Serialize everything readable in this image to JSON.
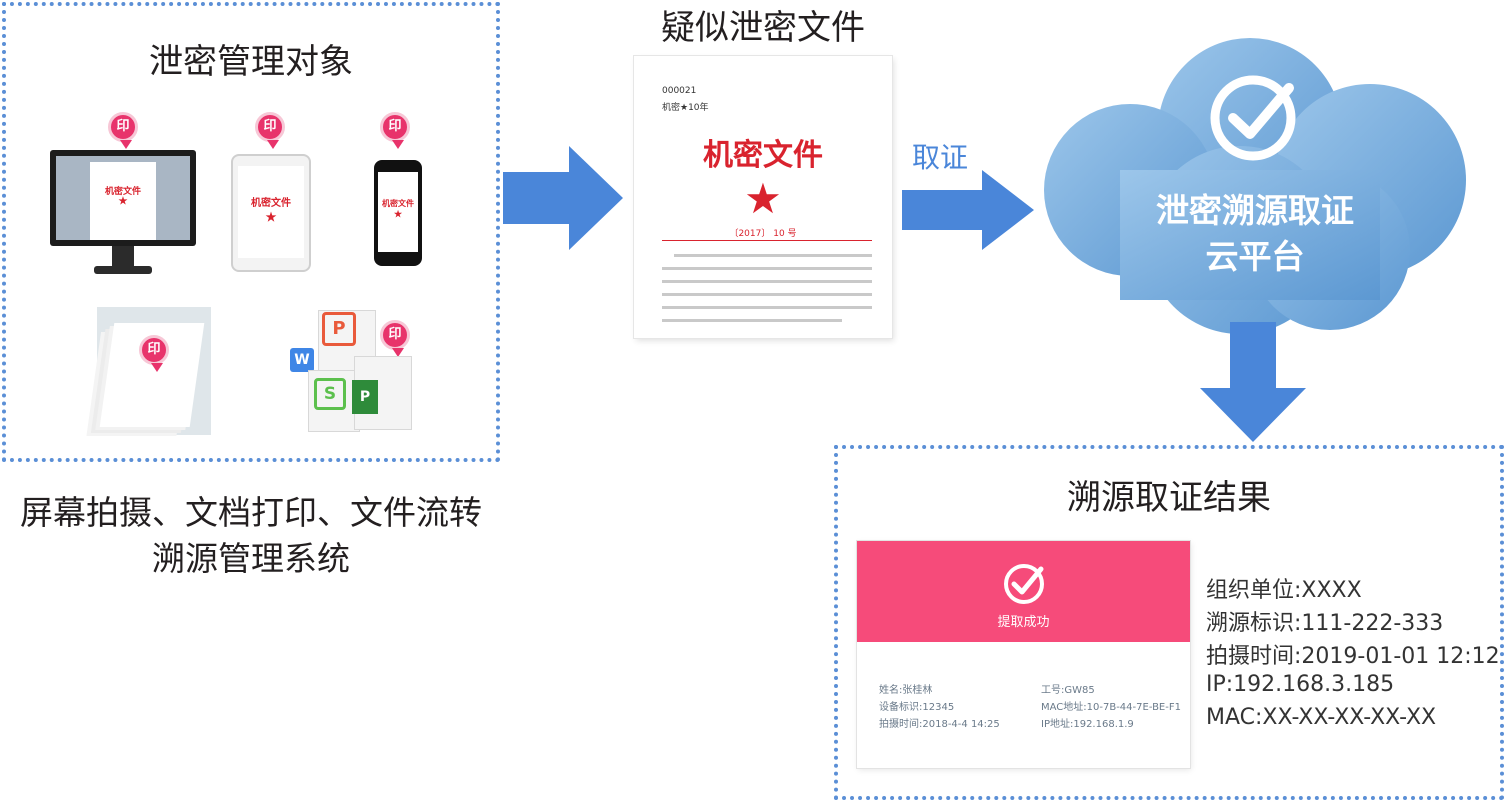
{
  "left_panel": {
    "title": "泄密管理对象",
    "pin_label": "印",
    "mini_doc_title": "机密文件",
    "star": "★",
    "caption_line1": "屏幕拍摄、文档打印、文件流转",
    "caption_line2": "溯源管理系统",
    "file_icons": {
      "p": "P",
      "w": "W",
      "s": "S",
      "x": "P"
    }
  },
  "document": {
    "title": "疑似泄密文件",
    "header_no": "000021",
    "header_level": "机密★10年",
    "doc_title": "机密文件",
    "star": "★",
    "doc_number": "〔2017〕 10 号"
  },
  "forensics_label": "取证",
  "cloud": {
    "line1": "泄密溯源取证",
    "line2": "云平台"
  },
  "result": {
    "title": "溯源取证结果",
    "card_status": "提取成功",
    "card_fields": {
      "name": "姓名:张桂林",
      "employee_no": "工号:GW85",
      "device_id": "设备标识:12345",
      "mac": "MAC地址:10-7B-44-7E-BE-F1",
      "capture_time": "拍摄时间:2018-4-4  14:25",
      "ip": "IP地址:192.168.1.9"
    },
    "info": {
      "org": "组织单位:XXXX",
      "trace_id": "溯源标识:111-222-333",
      "capture_time": "拍摄时间:2019-01-01 12:12",
      "ip": "IP:192.168.3.185",
      "mac": "MAC:XX-XX-XX-XX-XX"
    }
  },
  "colors": {
    "accent_blue": "#4a86d9",
    "dashed_border": "#5b8fd6",
    "pin_pink": "#e8336b",
    "card_pink": "#f64b7a",
    "doc_red": "#d9232e",
    "cloud_blue": "#6aa6d8"
  }
}
